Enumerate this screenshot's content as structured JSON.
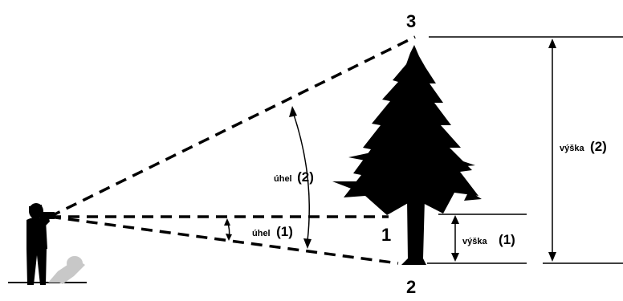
{
  "points": {
    "top": "3",
    "eye_level": "1",
    "base": "2"
  },
  "labels": {
    "angle2_word": "úhel",
    "angle2_index": "(2)",
    "angle1_word": "úhel",
    "angle1_index": "(1)",
    "height1_word": "výška",
    "height1_index": "(1)",
    "height2_word": "výška",
    "height2_index": "(2)"
  },
  "colors": {
    "ink": "#000000",
    "shadow": "#c8c8c8"
  }
}
